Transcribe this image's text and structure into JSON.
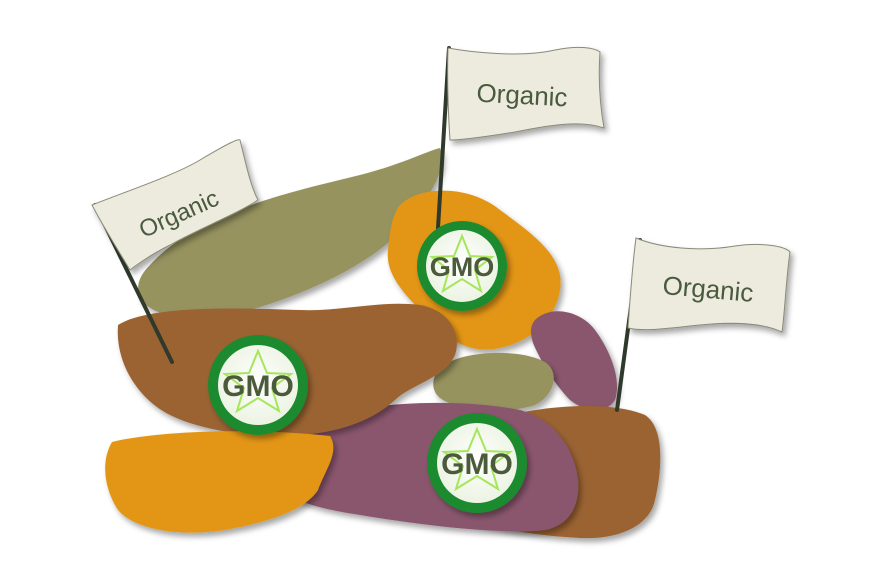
{
  "flags": [
    {
      "label": "Organic"
    },
    {
      "label": "Organic"
    },
    {
      "label": "Organic"
    }
  ],
  "badges": [
    {
      "label": "GMO"
    },
    {
      "label": "GMO"
    },
    {
      "label": "GMO"
    }
  ],
  "colors": {
    "olive": "#96935f",
    "orange": "#e39612",
    "brown": "#9b6333",
    "purple": "#8a566e",
    "flag": "#ecebdd",
    "badge_ring": "#1d8a2e",
    "badge_star": "#a5e65a"
  }
}
